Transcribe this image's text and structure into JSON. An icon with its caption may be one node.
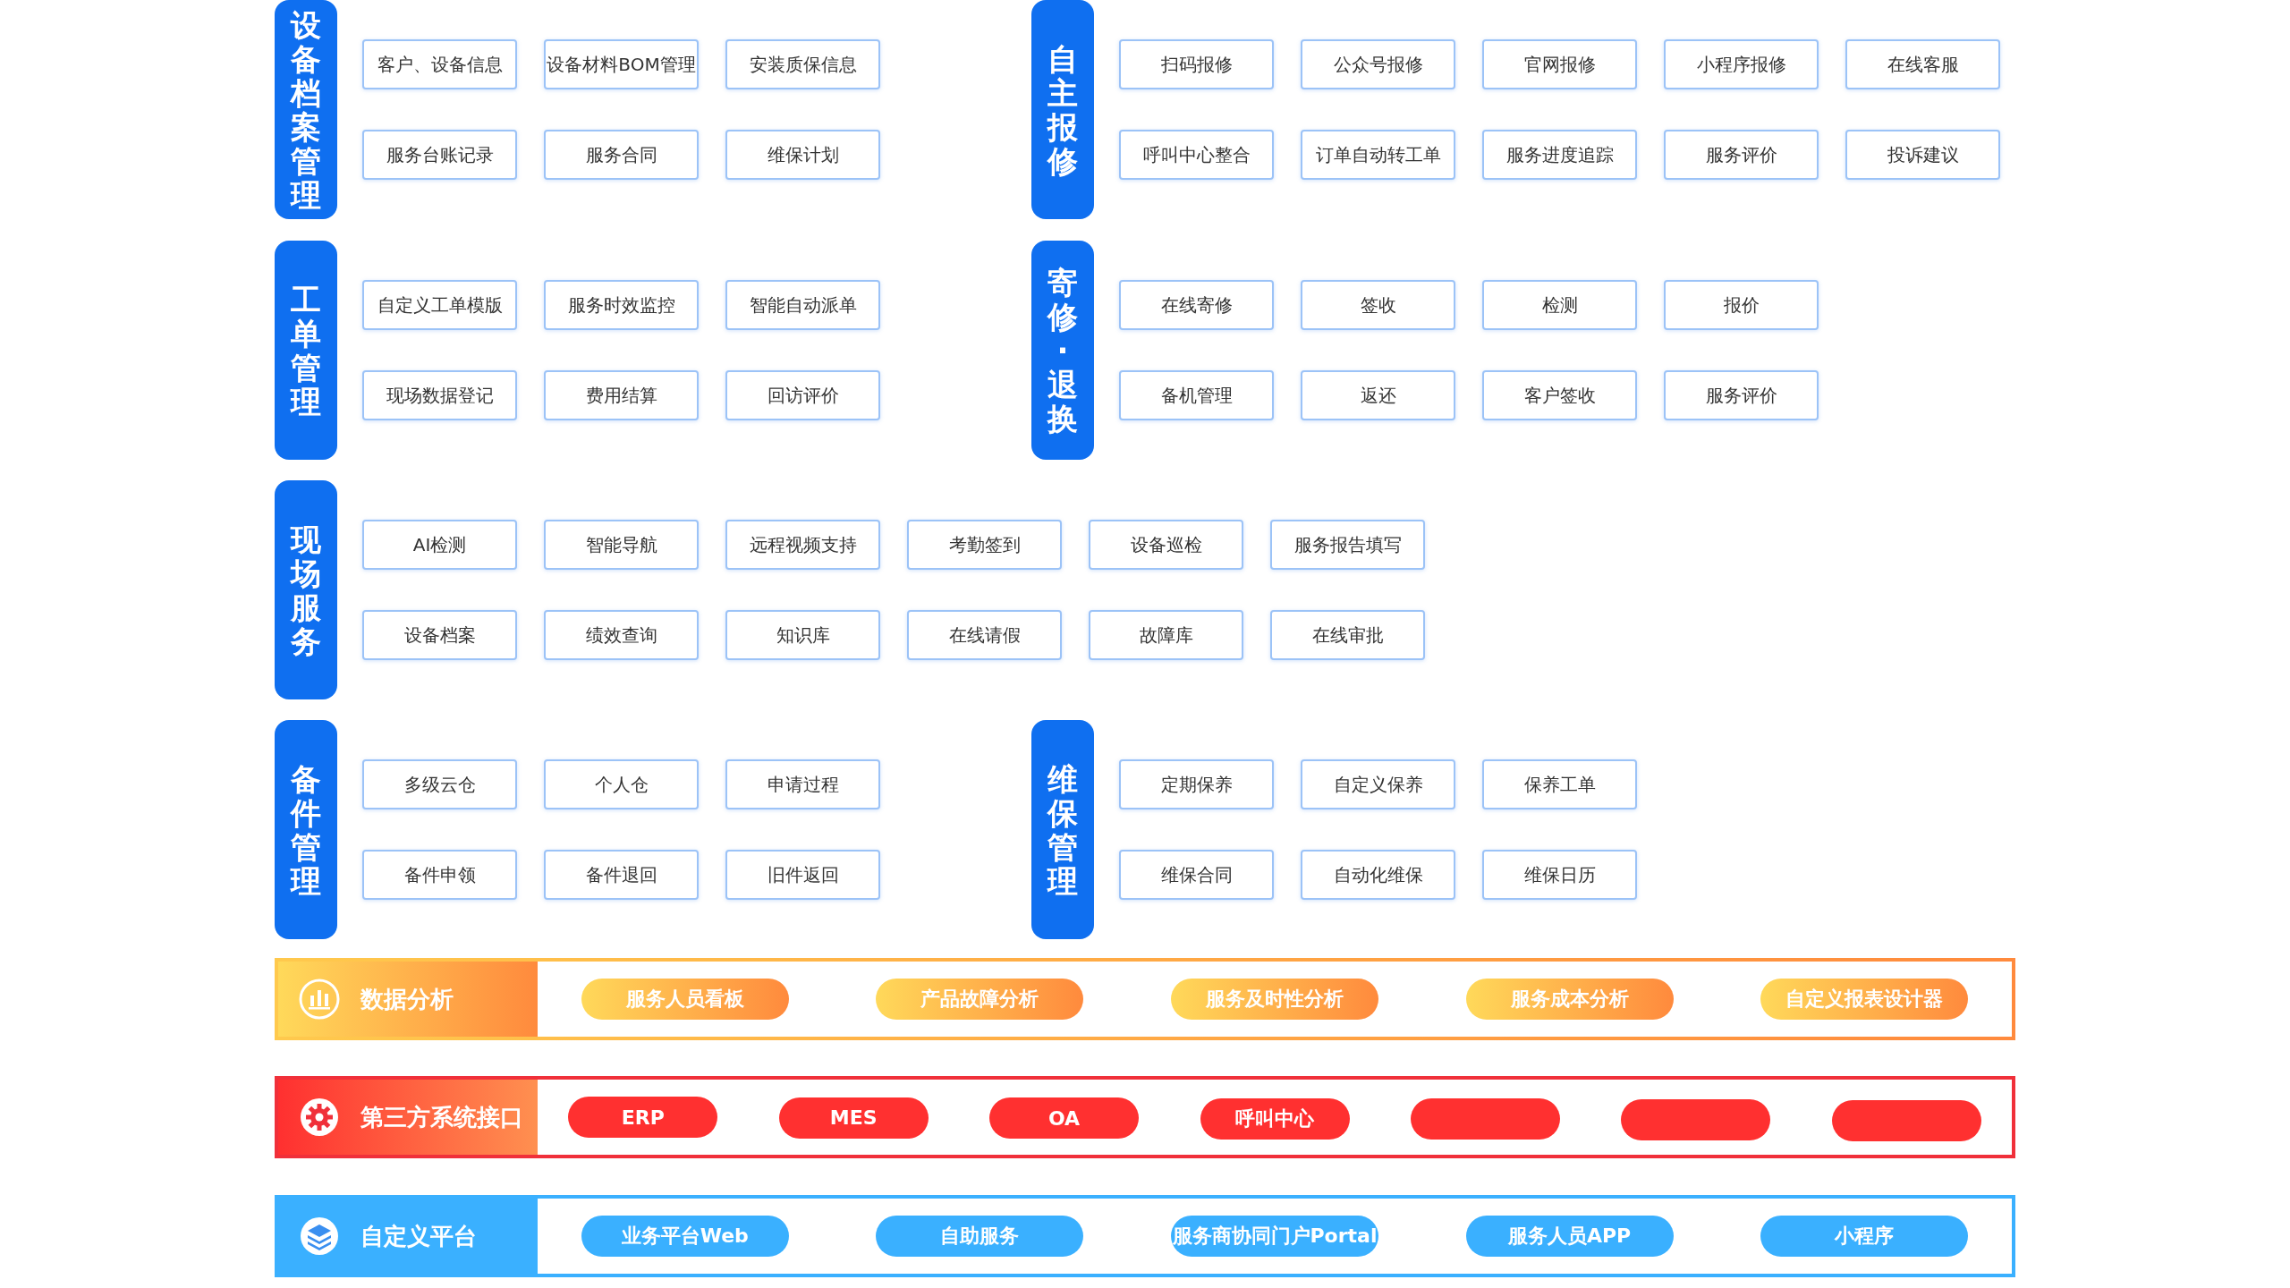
{
  "diagram": {
    "nodes": [
      {
        "text": [
          "设备档案管理"
        ]
      },
      {
        "text": [
          "客户、设备信息"
        ]
      },
      {
        "text": [
          "设备材料BOM管理"
        ]
      },
      {
        "text": [
          "安装质保信息"
        ]
      },
      {
        "text": [
          "服务台账记录"
        ]
      },
      {
        "text": [
          "服务合同"
        ]
      },
      {
        "text": [
          "维保计划"
        ]
      },
      {
        "text": [
          "自主报修"
        ]
      },
      {
        "text": [
          "扫码报修"
        ]
      },
      {
        "text": [
          "公众号报修"
        ]
      },
      {
        "text": [
          "官网报修"
        ]
      },
      {
        "text": [
          "小程序报修"
        ]
      },
      {
        "text": [
          "在线客服"
        ]
      },
      {
        "text": [
          "呼叫中心整合"
        ]
      },
      {
        "text": [
          "订单自动转工单"
        ]
      },
      {
        "text": [
          "服务进度追踪"
        ]
      },
      {
        "text": [
          "服务评价"
        ]
      },
      {
        "text": [
          "投诉建议"
        ]
      },
      {
        "text": [
          "工单管理"
        ]
      },
      {
        "text": [
          "自定义工单模版"
        ]
      },
      {
        "text": [
          "服务时效监控"
        ]
      },
      {
        "text": [
          "智能自动派单"
        ]
      },
      {
        "text": [
          "现场数据登记"
        ]
      },
      {
        "text": [
          "费用结算"
        ]
      },
      {
        "text": [
          "回访评价"
        ]
      },
      {
        "text": [
          "寄修·退换"
        ]
      },
      {
        "text": [
          "在线寄修"
        ]
      },
      {
        "text": [
          "签收"
        ]
      },
      {
        "text": [
          "检测"
        ]
      },
      {
        "text": [
          "报价"
        ]
      },
      {
        "text": [
          "备机管理"
        ]
      },
      {
        "text": [
          "返还"
        ]
      },
      {
        "text": [
          "客户签收"
        ]
      },
      {
        "text": [
          "服务评价"
        ]
      },
      {
        "text": [
          "现场服务"
        ]
      },
      {
        "text": [
          "AI检测"
        ]
      },
      {
        "text": [
          "智能导航"
        ]
      },
      {
        "text": [
          "远程视频支持"
        ]
      },
      {
        "text": [
          "考勤签到"
        ]
      },
      {
        "text": [
          "设备巡检"
        ]
      },
      {
        "text": [
          "服务报告填写"
        ]
      },
      {
        "text": [
          "设备档案"
        ]
      },
      {
        "text": [
          "绩效查询"
        ]
      },
      {
        "text": [
          "知识库"
        ]
      },
      {
        "text": [
          "在线请假"
        ]
      },
      {
        "text": [
          "故障库"
        ]
      },
      {
        "text": [
          "在线审批"
        ]
      },
      {
        "text": [
          "备件管理"
        ]
      },
      {
        "text": [
          "多级云仓"
        ]
      },
      {
        "text": [
          "个人仓"
        ]
      },
      {
        "text": [
          "申请过程"
        ]
      },
      {
        "text": [
          "备件申领"
        ]
      },
      {
        "text": [
          "备件退回"
        ]
      },
      {
        "text": [
          "旧件返回"
        ]
      },
      {
        "text": [
          "维保管理"
        ]
      },
      {
        "text": [
          "定期保养"
        ]
      },
      {
        "text": [
          "自定义保养"
        ]
      },
      {
        "text": [
          "保养工单"
        ]
      },
      {
        "text": [
          "维保合同"
        ]
      },
      {
        "text": [
          "自动化维保"
        ]
      },
      {
        "text": [
          "维保日历"
        ]
      },
      {
        "text": [
          "数据分析"
        ]
      },
      {
        "text": [
          "服务人员看板"
        ],
        "in": 61
      },
      {
        "text": [
          "产品故障分析"
        ],
        "in": 61
      },
      {
        "text": [
          "服务及时性分析"
        ],
        "in": 61
      },
      {
        "text": [
          "服务成本分析"
        ],
        "in": 61
      },
      {
        "text": [
          "自定义报表设计器"
        ],
        "in": 61
      },
      {
        "text": [
          "第三方系统接口"
        ]
      },
      {
        "text": [
          "ERP"
        ],
        "in": 67
      },
      {
        "text": [
          "MES"
        ],
        "in": 67
      },
      {
        "text": [
          "OA"
        ],
        "in": 67
      },
      {
        "text": [
          "呼叫中心"
        ],
        "in": 67
      },
      {
        "text": [],
        "shape": "box",
        "in": 67
      },
      {
        "text": [],
        "shape": "box",
        "in": 67
      },
      {
        "text": [],
        "shape": "box",
        "in": 67
      },
      {
        "text": [
          "自定义平台"
        ]
      },
      {
        "text": [
          "业务平台Web"
        ],
        "in": 75
      },
      {
        "text": [
          "自助服务"
        ],
        "in": 75
      },
      {
        "text": [
          "服务商协同门户Portal"
        ],
        "in": 75
      },
      {
        "text": [
          "服务人员APP"
        ],
        "in": 75
      },
      {
        "text": [
          "小程序"
        ],
        "in": 75
      }
    ],
    "edges": []
  }
}
